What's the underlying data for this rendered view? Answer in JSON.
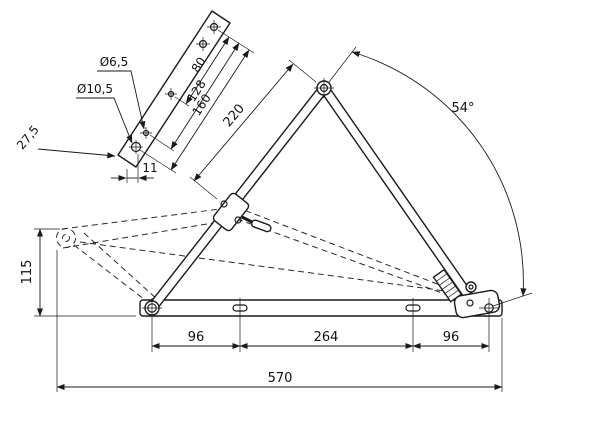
{
  "drawing": {
    "type": "technical-drawing",
    "colors": {
      "line": "#1a1a1a",
      "background": "#ffffff"
    },
    "dims": {
      "hole_small_dia": "Ø6,5",
      "hole_large_dia": "Ø10,5",
      "hole_spacing_80": "80",
      "hole_spacing_128": "128",
      "hole_spacing_160": "160",
      "end_offset": "27,5",
      "edge_offset": "11",
      "arm_length": "220",
      "open_angle": "54°",
      "folded_height": "115",
      "base_seg_left": "96",
      "base_seg_mid": "264",
      "base_seg_right": "96",
      "overall_length": "570"
    }
  }
}
